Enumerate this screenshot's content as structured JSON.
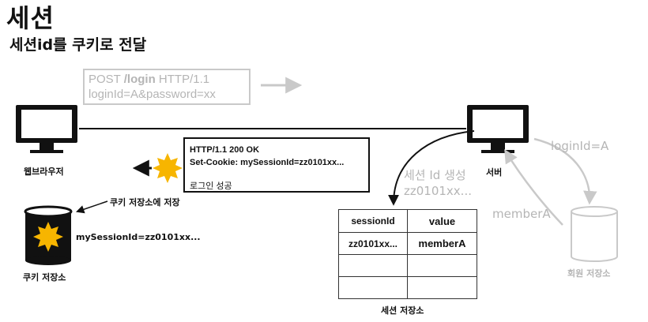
{
  "title": "세션",
  "subtitle": "세션id를 쿠키로 전달",
  "request": {
    "line1_method": "POST ",
    "line1_path": "/login",
    "line1_version": " HTTP/1.1",
    "line2": "loginId=A&password=xx"
  },
  "response": {
    "line1": "HTTP/1.1 200 OK",
    "line2": "Set-Cookie: mySessionId=zz0101xx...",
    "body": "로그인 성공"
  },
  "browser": {
    "label": "웹브라우저"
  },
  "server": {
    "label": "서버"
  },
  "cookie_store": {
    "arrow_label": "쿠키 저장소에 저장",
    "entry": "mySessionId=zz0101xx...",
    "label": "쿠키 저장소"
  },
  "session_create": {
    "line1": "세션 Id 생성",
    "line2": "zz0101xx..."
  },
  "member_db": {
    "query_label": "loginId=A",
    "result_label": "memberA",
    "label": "회원 저장소"
  },
  "session_store": {
    "label": "세션 저장소",
    "columns": [
      "sessionId",
      "value"
    ],
    "rows": [
      [
        "zz0101xx...",
        "memberA"
      ],
      [
        "",
        ""
      ],
      [
        "",
        ""
      ]
    ]
  },
  "colors": {
    "active": "#111111",
    "inactive": "#c9c9c9",
    "cookie_fill": "#f7b500"
  }
}
